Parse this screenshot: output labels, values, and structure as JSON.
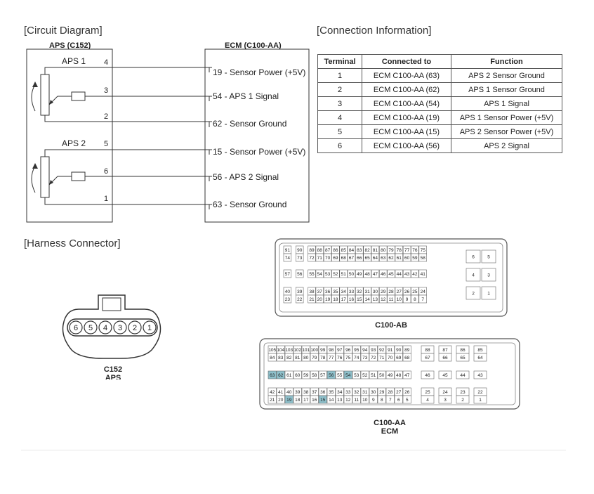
{
  "sections": {
    "circuit": "[Circuit Diagram]",
    "connection": "[Connection Information]",
    "harness": "[Harness Connector]"
  },
  "circuit": {
    "aps_header": "APS (C152)",
    "ecm_header": "ECM (C100-AA)",
    "aps1": "APS 1",
    "aps2": "APS 2",
    "pins": [
      "4",
      "3",
      "2",
      "5",
      "6",
      "1"
    ],
    "ecm_labels": [
      "19 - Sensor Power (+5V)",
      "54 - APS 1 Signal",
      "62 - Sensor Ground",
      "15 - Sensor Power (+5V)",
      "56 - APS 2 Signal",
      "63 - Sensor Ground"
    ]
  },
  "connection_table": {
    "headers": [
      "Terminal",
      "Connected to",
      "Function"
    ],
    "rows": [
      [
        "1",
        "ECM C100-AA (63)",
        "APS 2 Sensor Ground"
      ],
      [
        "2",
        "ECM C100-AA (62)",
        "APS 1 Sensor Ground"
      ],
      [
        "3",
        "ECM C100-AA (54)",
        "APS 1 Signal"
      ],
      [
        "4",
        "ECM C100-AA (19)",
        "APS 1 Sensor Power (+5V)"
      ],
      [
        "5",
        "ECM C100-AA (15)",
        "APS 2 Sensor Power (+5V)"
      ],
      [
        "6",
        "ECM C100-AA (56)",
        "APS 2 Signal"
      ]
    ]
  },
  "c152": {
    "pins": [
      "6",
      "5",
      "4",
      "3",
      "2",
      "1"
    ],
    "label1": "C152",
    "label2": "APS"
  },
  "c100ab": {
    "label": "C100-AB",
    "rows": [
      [
        "91",
        "90",
        "89",
        "88",
        "87",
        "86",
        "85",
        "84",
        "83",
        "82",
        "81",
        "80",
        "79",
        "78",
        "77",
        "76",
        "75"
      ],
      [
        "74",
        "73",
        "72",
        "71",
        "70",
        "69",
        "68",
        "67",
        "66",
        "65",
        "64",
        "63",
        "62",
        "61",
        "60",
        "59",
        "58"
      ],
      [
        "57",
        "56",
        "55",
        "54",
        "53",
        "52",
        "51",
        "50",
        "49",
        "48",
        "47",
        "46",
        "45",
        "44",
        "43",
        "42",
        "41"
      ],
      [
        "40",
        "39",
        "38",
        "37",
        "36",
        "35",
        "34",
        "33",
        "32",
        "31",
        "30",
        "29",
        "28",
        "27",
        "26",
        "25",
        "24"
      ],
      [
        "23",
        "22",
        "21",
        "20",
        "19",
        "18",
        "17",
        "16",
        "15",
        "14",
        "13",
        "12",
        "11",
        "10",
        "9",
        "8",
        "7"
      ]
    ],
    "side": [
      "6",
      "5",
      "4",
      "3",
      "2",
      "1"
    ]
  },
  "c100aa": {
    "label1": "C100-AA",
    "label2": "ECM",
    "rows": [
      [
        "105",
        "104",
        "103",
        "102",
        "101",
        "100",
        "99",
        "98",
        "97",
        "96",
        "95",
        "94",
        "93",
        "92",
        "91",
        "90",
        "89"
      ],
      [
        "84",
        "83",
        "82",
        "81",
        "80",
        "79",
        "78",
        "77",
        "76",
        "75",
        "74",
        "73",
        "72",
        "71",
        "70",
        "69",
        "68"
      ],
      [
        "63",
        "62",
        "61",
        "60",
        "59",
        "58",
        "57",
        "56",
        "55",
        "54",
        "53",
        "52",
        "51",
        "50",
        "49",
        "48",
        "47"
      ],
      [
        "42",
        "41",
        "40",
        "39",
        "38",
        "37",
        "36",
        "35",
        "34",
        "33",
        "32",
        "31",
        "30",
        "29",
        "28",
        "27",
        "26"
      ],
      [
        "21",
        "20",
        "19",
        "18",
        "17",
        "16",
        "15",
        "14",
        "13",
        "12",
        "11",
        "10",
        "9",
        "8",
        "7",
        "6",
        "5"
      ]
    ],
    "side_top": [
      "88",
      "87",
      "86",
      "85"
    ],
    "side_mid": [
      "67",
      "66",
      "65",
      "64"
    ],
    "side_row3": [
      "46",
      "45",
      "44",
      "43"
    ],
    "side_row4": [
      "25",
      "24",
      "23",
      "22"
    ],
    "side_row5": [
      "4",
      "3",
      "2",
      "1"
    ],
    "highlighted": [
      "63",
      "62",
      "56",
      "54",
      "19",
      "15"
    ],
    "highlight_color": "#8fc1cc"
  }
}
